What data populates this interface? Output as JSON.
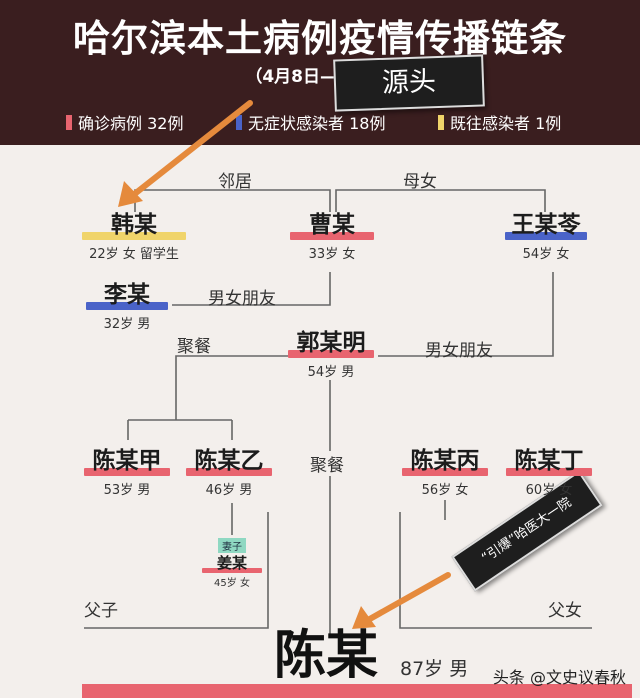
{
  "header": {
    "title": "哈尔滨本土病例疫情传播链条",
    "subtitle": "（4月8日—17日）",
    "legend": [
      {
        "label": "确诊病例 32例",
        "color": "#e8646f"
      },
      {
        "label": "无症状感染者 18例",
        "color": "#4a63c8"
      },
      {
        "label": "既往感染者 1例",
        "color": "#f0d46a"
      }
    ]
  },
  "callouts": {
    "source": "源头",
    "trigger": "“引爆”哈医大一院"
  },
  "relations": {
    "neighbor": "邻居",
    "mother_daughter": "母女",
    "bf_gf_1": "男女朋友",
    "dinner_1": "聚餐",
    "bf_gf_2": "男女朋友",
    "dinner_2": "聚餐",
    "father_son": "父子",
    "father_daughter": "父女"
  },
  "people": {
    "han": {
      "name": "韩某",
      "info": "22岁 女 留学生"
    },
    "cao": {
      "name": "曹某",
      "info": "33岁 女"
    },
    "wang": {
      "name": "王某苓",
      "info": "54岁 女"
    },
    "li": {
      "name": "李某",
      "info": "32岁 男"
    },
    "guo": {
      "name": "郭某明",
      "info": "54岁 男"
    },
    "chenjia": {
      "name": "陈某甲",
      "info": "53岁 男"
    },
    "chenyi": {
      "name": "陈某乙",
      "info": "46岁 男"
    },
    "chenbing": {
      "name": "陈某丙",
      "info": "56岁 女"
    },
    "chending": {
      "name": "陈某丁",
      "info": "60岁 女"
    },
    "jiang": {
      "name": "姜某",
      "info": "45岁 女",
      "tag": "妻子"
    },
    "chen": {
      "name": "陈某",
      "info": "87岁 男"
    }
  },
  "colors": {
    "confirmed": "#e8646f",
    "asymptomatic": "#4a63c8",
    "previous": "#f0d46a",
    "line": "#666666",
    "arrow": "#e58a3c",
    "wife_tag": "#8fd8c2"
  },
  "watermark": "头条 @文史议春秋"
}
